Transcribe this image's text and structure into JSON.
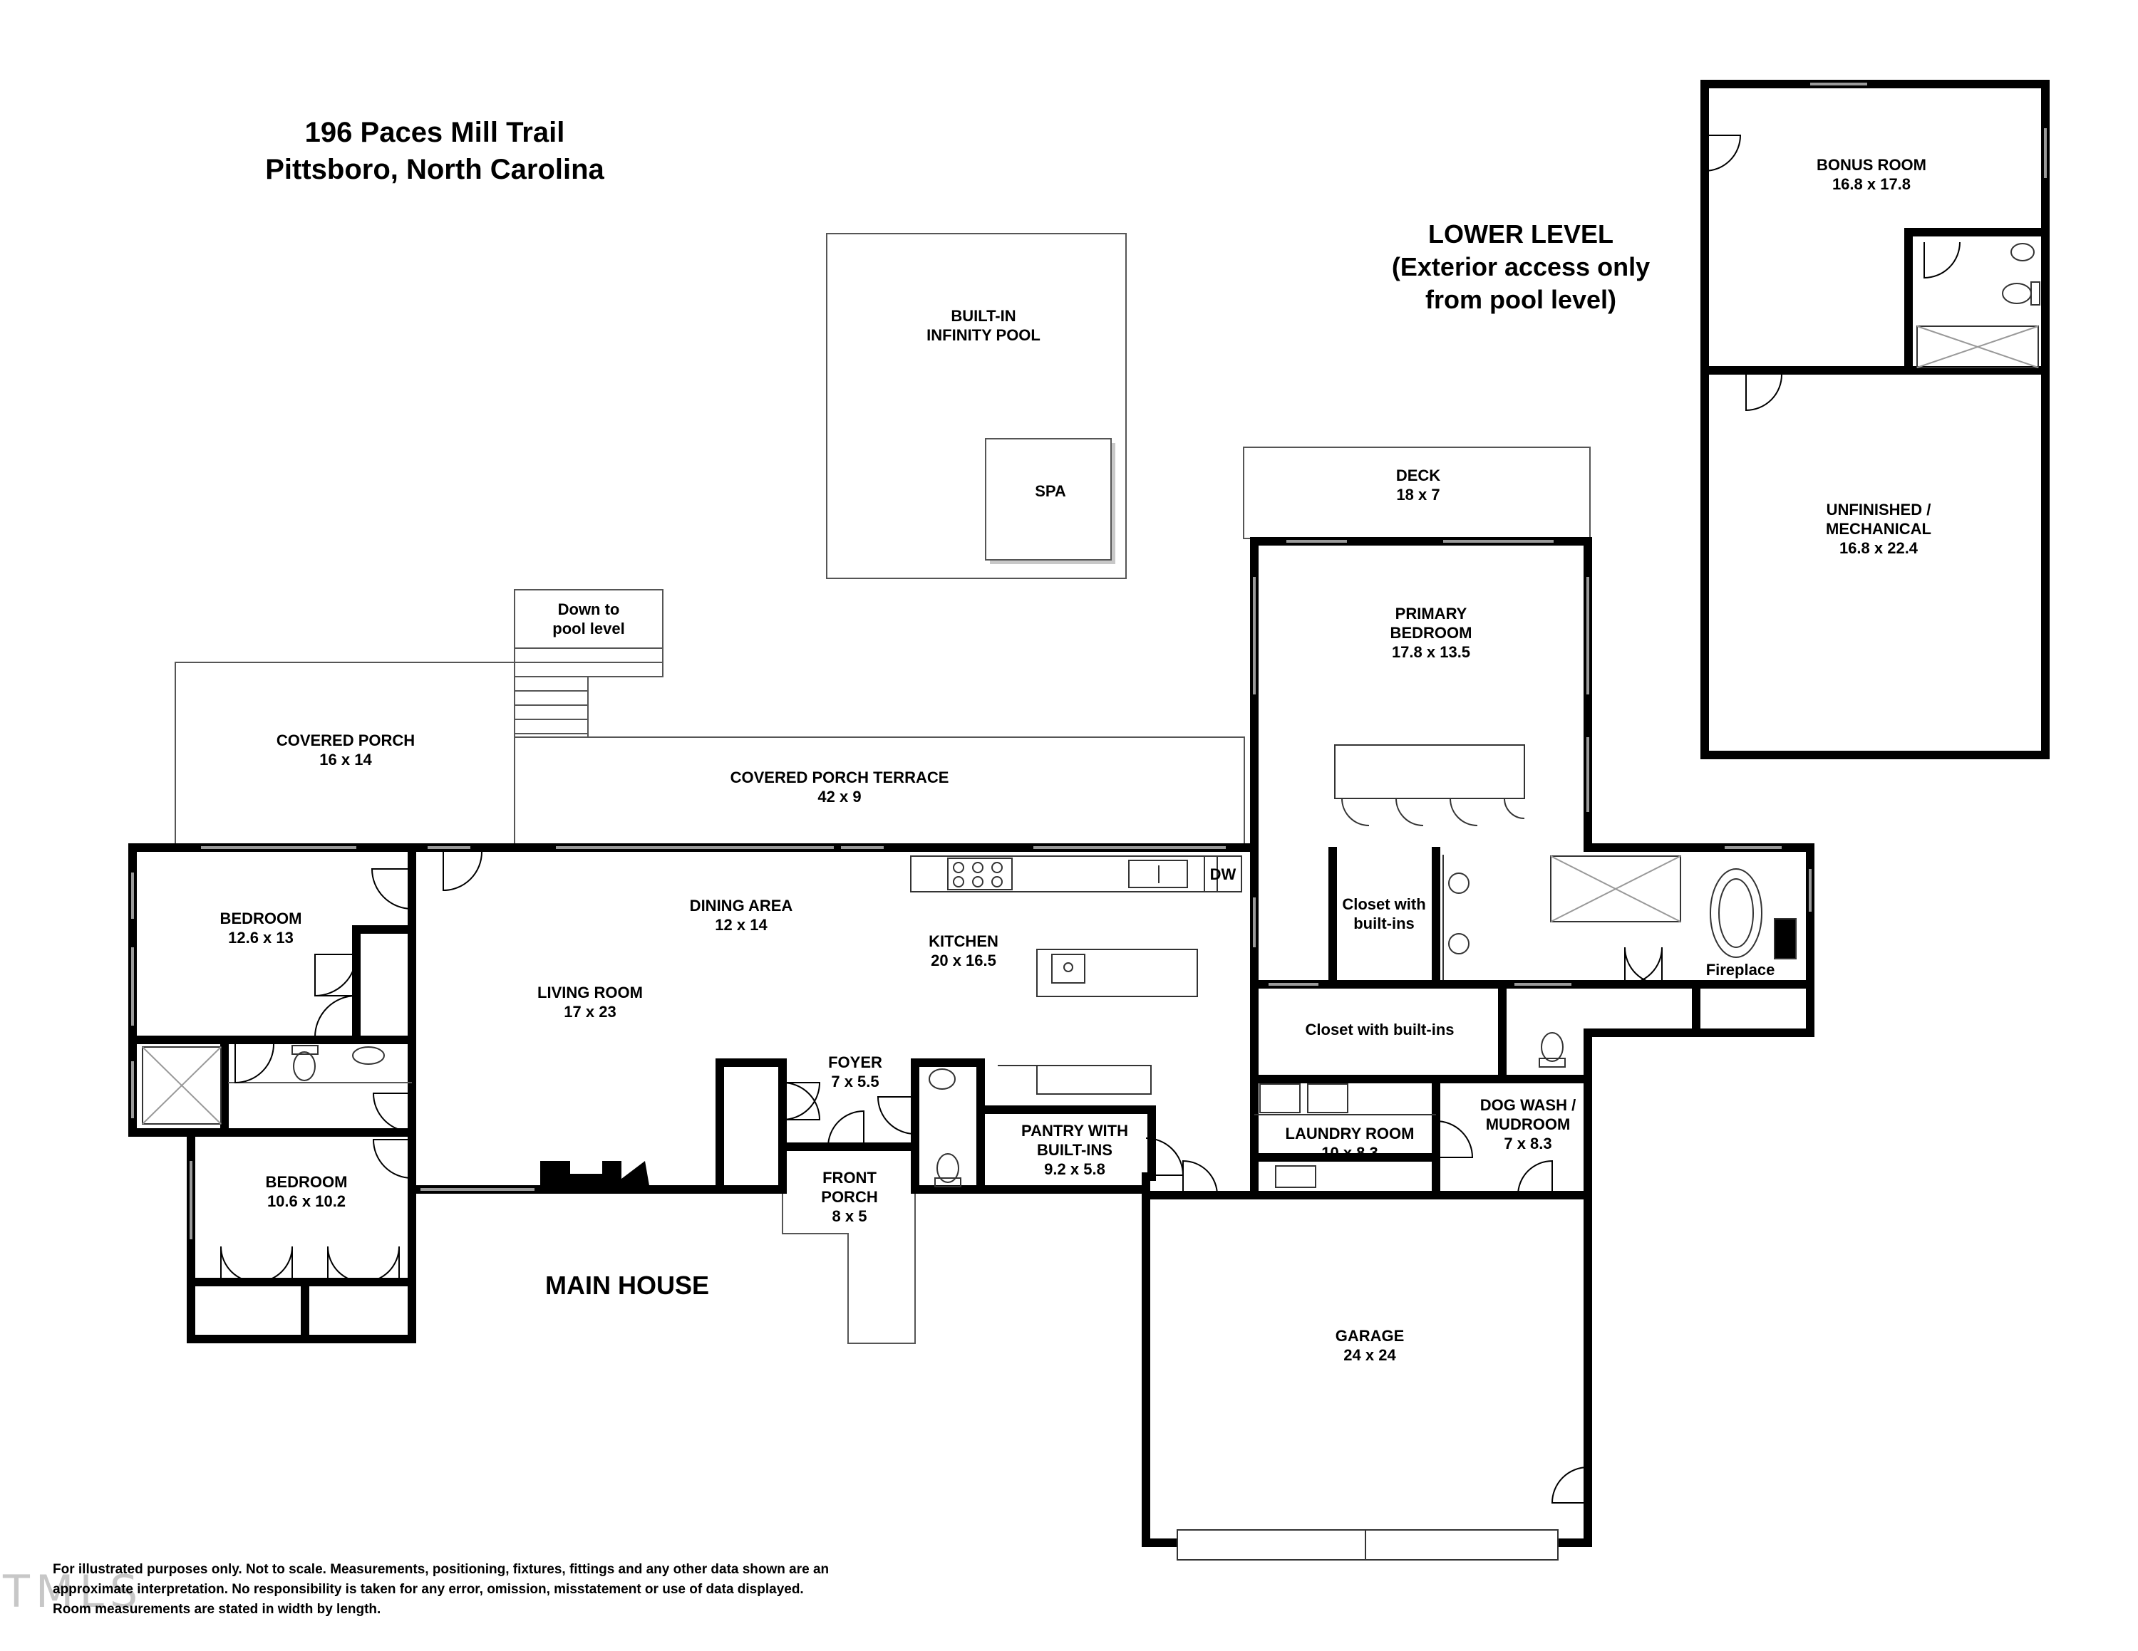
{
  "title": {
    "line1": "196 Paces Mill Trail",
    "line2": "Pittsboro, North Carolina"
  },
  "lower_level": {
    "line1": "LOWER LEVEL",
    "line2": "(Exterior access only",
    "line3": "from pool level)"
  },
  "main_house_label": "MAIN HOUSE",
  "rooms": {
    "pool": {
      "name1": "BUILT-IN",
      "name2": "INFINITY POOL"
    },
    "spa": {
      "name": "SPA"
    },
    "deck": {
      "name": "DECK",
      "size": "18 x 7"
    },
    "stairs": {
      "name1": "Down to",
      "name2": "pool level"
    },
    "covered_porch": {
      "name": "COVERED PORCH",
      "size": "16 x 14"
    },
    "porch_terrace": {
      "name": "COVERED PORCH TERRACE",
      "size": "42 x 9"
    },
    "primary_bedroom": {
      "name1": "PRIMARY",
      "name2": "BEDROOM",
      "size": "17.8 x 13.5"
    },
    "bedroom1": {
      "name": "BEDROOM",
      "size": "12.6 x 13"
    },
    "bedroom2": {
      "name": "BEDROOM",
      "size": "10.6 x 10.2"
    },
    "dining": {
      "name": "DINING AREA",
      "size": "12 x 14"
    },
    "living": {
      "name": "LIVING ROOM",
      "size": "17 x 23"
    },
    "kitchen": {
      "name": "KITCHEN",
      "size": "20 x 16.5",
      "dw": "DW"
    },
    "foyer": {
      "name": "FOYER",
      "size": "7 x 5.5"
    },
    "front_porch": {
      "name1": "FRONT",
      "name2": "PORCH",
      "size": "8 x 5"
    },
    "pantry": {
      "name1": "PANTRY WITH",
      "name2": "BUILT-INS",
      "size": "9.2 x 5.8"
    },
    "closet_small": {
      "name1": "Closet with",
      "name2": "built-ins"
    },
    "closet_wide": {
      "name": "Closet with built-ins"
    },
    "fireplace": {
      "name": "Fireplace"
    },
    "laundry": {
      "name": "LAUNDRY ROOM",
      "size": "10 x 8.3"
    },
    "dogwash": {
      "name1": "DOG WASH /",
      "name2": "MUDROOM",
      "size": "7 x 8.3"
    },
    "garage": {
      "name": "GARAGE",
      "size": "24 x 24"
    },
    "bonus": {
      "name": "BONUS ROOM",
      "size": "16.8 x 17.8"
    },
    "unfinished": {
      "name1": "UNFINISHED /",
      "name2": "MECHANICAL",
      "size": "16.8 x 22.4"
    }
  },
  "disclaimer": {
    "line1": "For illustrated purposes only. Not to scale. Measurements, positioning, fixtures, fittings and any other data shown are an",
    "line2": "approximate interpretation. No responsibility is taken for any error, omission, misstatement or use of data displayed.",
    "line3": "Room measurements are stated in width by length."
  },
  "watermark": "TMLS",
  "colors": {
    "wall": "#000000",
    "line": "#555555",
    "window": "#9a9a9a",
    "background": "#ffffff"
  }
}
